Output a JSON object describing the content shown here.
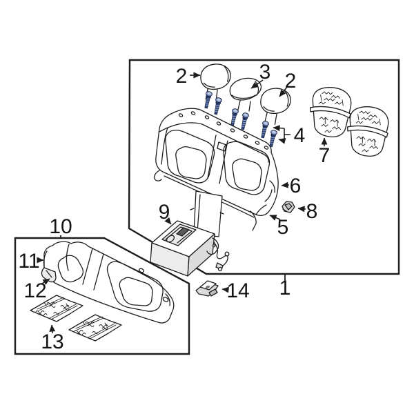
{
  "diagram": {
    "background": "#ffffff",
    "line_color": "#1c1c1c",
    "bolt_color": "#33497c",
    "bolt_highlight_color": "#8fa3cf",
    "callouts": {
      "c1": "1",
      "c2a": "2",
      "c2b": "2",
      "c3": "3",
      "c4": "4",
      "c5": "5",
      "c6": "6",
      "c7": "7",
      "c8": "8",
      "c9": "9",
      "c10": "10",
      "c11": "11",
      "c12": "12",
      "c13": "13",
      "c14": "14"
    }
  }
}
